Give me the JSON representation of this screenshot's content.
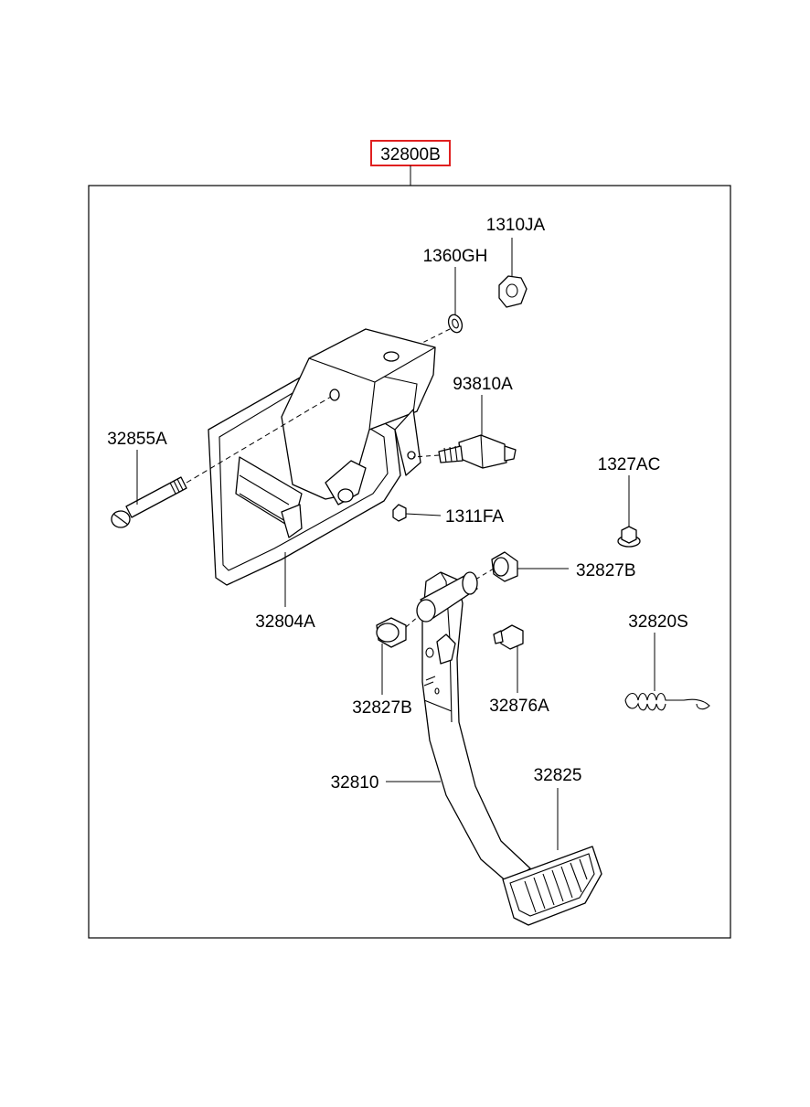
{
  "assembly": {
    "label": "32800B",
    "highlight_color": "#e02020"
  },
  "parts": {
    "p1310JA": "1310JA",
    "p1360GH": "1360GH",
    "p93810A": "93810A",
    "p32855A": "32855A",
    "p1327AC": "1327AC",
    "p1311FA": "1311FA",
    "p32827B_upper": "32827B",
    "p32804A": "32804A",
    "p32820S": "32820S",
    "p32827B_lower": "32827B",
    "p32876A": "32876A",
    "p32810": "32810",
    "p32825": "32825"
  }
}
